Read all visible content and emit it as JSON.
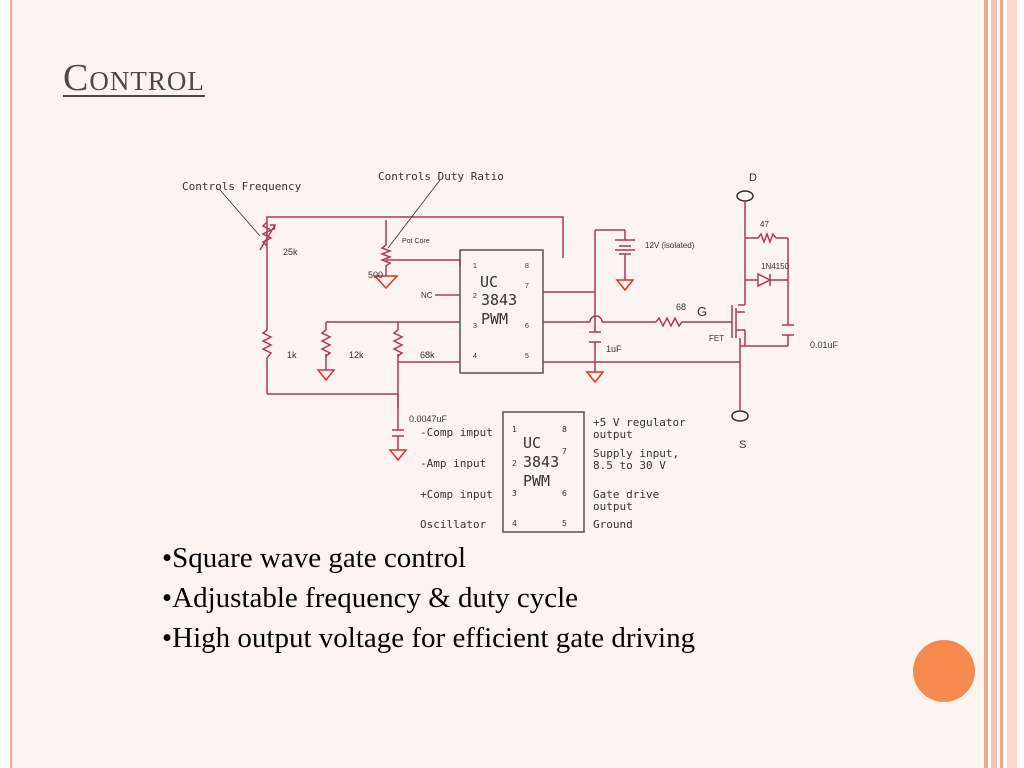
{
  "slide": {
    "title": "Control",
    "bullets": [
      "•Square wave gate control",
      "•Adjustable frequency & duty cycle",
      "•High output voltage for efficient gate driving"
    ]
  },
  "diagram": {
    "annotations": {
      "controls_frequency": "Controls Frequency",
      "controls_duty_ratio": "Controls Duty Ratio"
    },
    "components": {
      "r_25k": "25k",
      "r_500": "500",
      "pot_core": "Pot Core",
      "r_1k": "1k",
      "r_12k": "12k",
      "r_68k": "68k",
      "c_0047": "0.0047uF",
      "nc": "NC",
      "supply": "12V (isolated)",
      "c_1u": "1uF",
      "r_68": "68",
      "g": "G",
      "fet": "FET",
      "r_47": "47",
      "diode": "1N4150",
      "c_001": "0.01uF",
      "d": "D",
      "s": "S"
    },
    "chip_top": {
      "line1": "UC",
      "line2": "3843",
      "line3": "PWM",
      "pins_left": [
        "1",
        "2",
        "3",
        "4"
      ],
      "pins_right": [
        "8",
        "7",
        "6",
        "5"
      ]
    },
    "chip_legend": {
      "line1": "UC",
      "line2": "3843",
      "line3": "PWM",
      "pins_left": [
        "1",
        "2",
        "3",
        "4"
      ],
      "pins_right": [
        "8",
        "7",
        "6",
        "5"
      ],
      "left_labels": [
        "-Comp imput",
        "-Amp input",
        "+Comp input",
        "Oscillator"
      ],
      "right_labels": [
        "+5 V regulator",
        "output",
        "Supply input,",
        "8.5 to 30 V",
        "Gate drive",
        "output",
        "Ground"
      ]
    }
  },
  "colors": {
    "frame_bg": "#fdf3ef",
    "stripe": "#f2a68b",
    "wire": "#a83a5a",
    "ground": "#e03030",
    "accent_circle": "#f58a4e"
  }
}
